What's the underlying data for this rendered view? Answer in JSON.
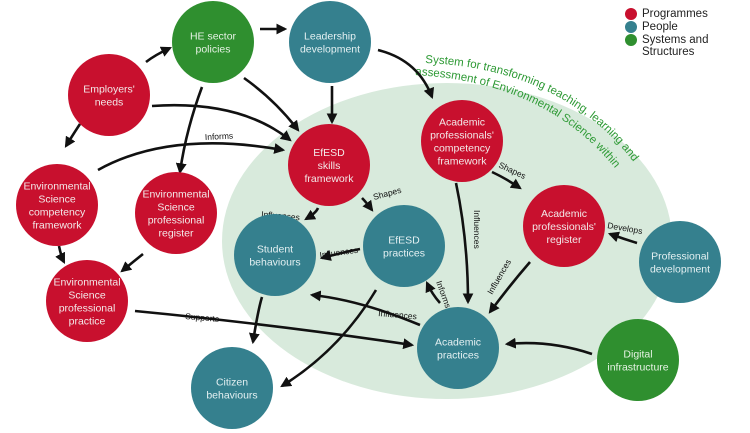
{
  "colors": {
    "programmes": "#c8102e",
    "people": "#35808e",
    "systems": "#2f8f2f",
    "system_region": "#d8eadc",
    "system_title": "#2e9a35",
    "arrow": "#111111"
  },
  "legend": [
    {
      "category": "programmes",
      "label": "Programmes"
    },
    {
      "category": "people",
      "label": "People"
    },
    {
      "category": "systems",
      "label": "Systems and Structures"
    }
  ],
  "system_region": {
    "title_line1": "System for transforming teaching, learning and",
    "title_line2": "assessment of Environmental Science within HE"
  },
  "nodes": [
    {
      "id": "he_policies",
      "category": "systems",
      "lines": [
        "HE sector",
        "policies"
      ]
    },
    {
      "id": "leadership",
      "category": "people",
      "lines": [
        "Leadership",
        "development"
      ]
    },
    {
      "id": "employers",
      "category": "programmes",
      "lines": [
        "Employers'",
        "needs"
      ]
    },
    {
      "id": "es_competency",
      "category": "programmes",
      "lines": [
        "Environmental",
        "Science",
        "competency",
        "framework"
      ]
    },
    {
      "id": "es_register",
      "category": "programmes",
      "lines": [
        "Environmental",
        "Science",
        "professional",
        "register"
      ]
    },
    {
      "id": "es_practice",
      "category": "programmes",
      "lines": [
        "Environmental",
        "Science",
        "professional",
        "practice"
      ]
    },
    {
      "id": "efesd_framework",
      "category": "programmes",
      "lines": [
        "EfESD",
        "skills",
        "framework"
      ]
    },
    {
      "id": "ap_competency",
      "category": "programmes",
      "lines": [
        "Academic",
        "professionals'",
        "competency",
        "framework"
      ]
    },
    {
      "id": "ap_register",
      "category": "programmes",
      "lines": [
        "Academic",
        "professionals'",
        "register"
      ]
    },
    {
      "id": "student_behaviours",
      "category": "people",
      "lines": [
        "Student",
        "behaviours"
      ]
    },
    {
      "id": "efesd_practices",
      "category": "people",
      "lines": [
        "EfESD",
        "practices"
      ]
    },
    {
      "id": "academic_practices",
      "category": "people",
      "lines": [
        "Academic",
        "practices"
      ]
    },
    {
      "id": "citizen_behaviours",
      "category": "people",
      "lines": [
        "Citizen",
        "behaviours"
      ]
    },
    {
      "id": "prof_development",
      "category": "people",
      "lines": [
        "Professional",
        "development"
      ]
    },
    {
      "id": "digital_infra",
      "category": "systems",
      "lines": [
        "Digital",
        "infrastructure"
      ]
    }
  ],
  "edges": [
    {
      "from": "employers",
      "to": "he_policies",
      "label": ""
    },
    {
      "from": "he_policies",
      "to": "leadership",
      "label": ""
    },
    {
      "from": "employers",
      "to": "es_competency",
      "label": ""
    },
    {
      "from": "employers",
      "to": "efesd_framework",
      "label": ""
    },
    {
      "from": "he_policies",
      "to": "efesd_framework",
      "label": ""
    },
    {
      "from": "he_policies",
      "to": "es_register",
      "label": ""
    },
    {
      "from": "leadership",
      "to": "efesd_framework",
      "label": ""
    },
    {
      "from": "leadership",
      "to": "ap_competency",
      "label": ""
    },
    {
      "from": "es_competency",
      "to": "efesd_framework",
      "label": "Informs"
    },
    {
      "from": "es_competency",
      "to": "es_practice",
      "label": ""
    },
    {
      "from": "es_register",
      "to": "es_practice",
      "label": ""
    },
    {
      "from": "es_practice",
      "to": "academic_practices",
      "label": "Supports"
    },
    {
      "from": "efesd_framework",
      "to": "student_behaviours",
      "label": "Influences"
    },
    {
      "from": "efesd_framework",
      "to": "efesd_practices",
      "label": "Shapes"
    },
    {
      "from": "efesd_practices",
      "to": "student_behaviours",
      "label": "Influences"
    },
    {
      "from": "efesd_practices",
      "to": "citizen_behaviours",
      "label": ""
    },
    {
      "from": "student_behaviours",
      "to": "citizen_behaviours",
      "label": ""
    },
    {
      "from": "academic_practices",
      "to": "student_behaviours",
      "label": "Influences"
    },
    {
      "from": "academic_practices",
      "to": "efesd_practices",
      "label": "Informs"
    },
    {
      "from": "ap_competency",
      "to": "ap_register",
      "label": "Shapes"
    },
    {
      "from": "ap_competency",
      "to": "academic_practices",
      "label": "Influences"
    },
    {
      "from": "ap_register",
      "to": "academic_practices",
      "label": "Influences"
    },
    {
      "from": "prof_development",
      "to": "ap_register",
      "label": "Develops"
    },
    {
      "from": "digital_infra",
      "to": "academic_practices",
      "label": ""
    }
  ]
}
